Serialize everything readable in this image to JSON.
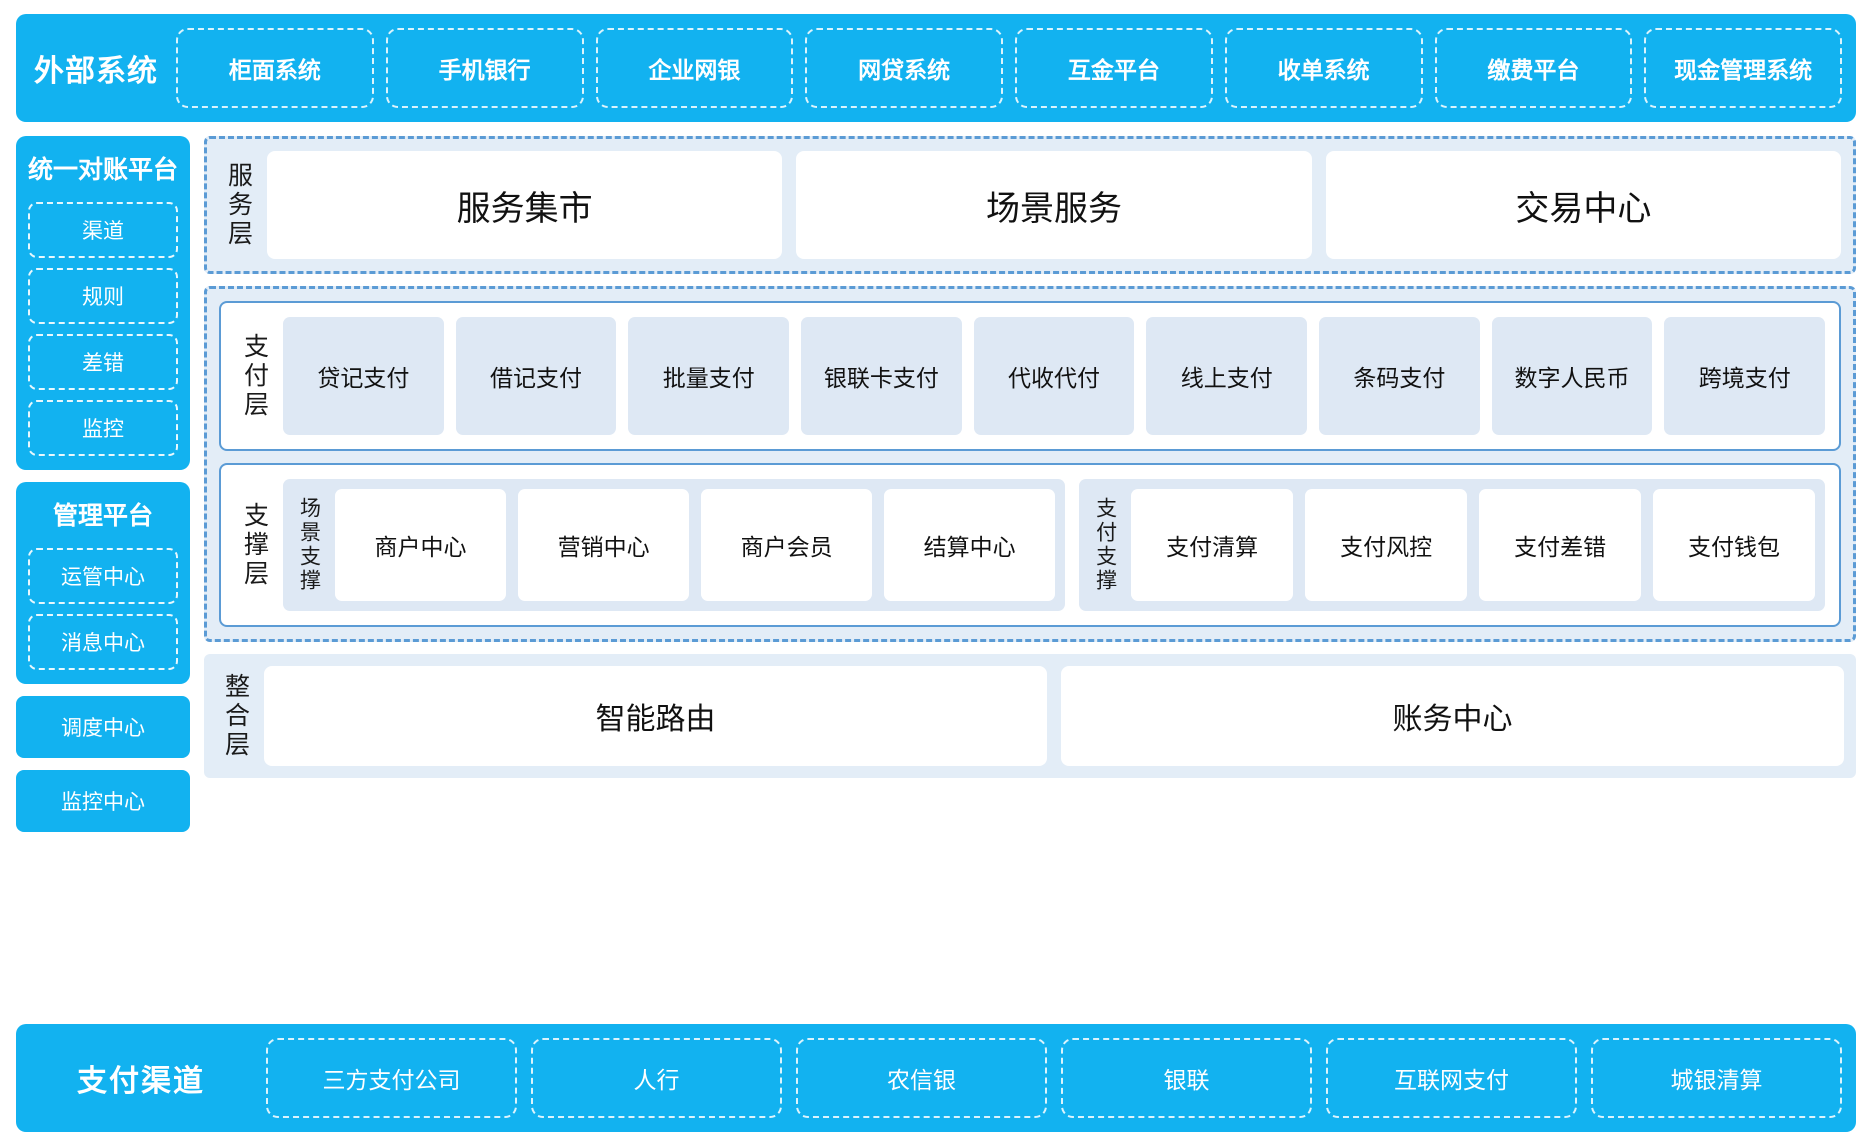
{
  "external": {
    "title": "外部系统",
    "items": [
      "柜面系统",
      "手机银行",
      "企业网银",
      "网贷系统",
      "互金平台",
      "收单系统",
      "缴费平台",
      "现金管理系统"
    ]
  },
  "left_rail": {
    "reconciliation": {
      "title": "统一对账平台",
      "items": [
        "渠道",
        "规则",
        "差错",
        "监控"
      ]
    },
    "management": {
      "title": "管理平台",
      "items": [
        "运管中心",
        "消息中心"
      ]
    },
    "standalone": [
      "调度中心",
      "监控中心"
    ]
  },
  "service_layer": {
    "label": "服务层",
    "cards": [
      "服务集市",
      "场景服务",
      "交易中心"
    ]
  },
  "payment_layer": {
    "label": "支付层",
    "cards": [
      "贷记支付",
      "借记支付",
      "批量支付",
      "银联卡支付",
      "代收代付",
      "线上支付",
      "条码支付",
      "数字人民币",
      "跨境支付"
    ]
  },
  "support_layer": {
    "label": "支撑层",
    "groups": [
      {
        "label": "场景支撑",
        "cards": [
          "商户中心",
          "营销中心",
          "商户会员",
          "结算中心"
        ]
      },
      {
        "label": "支付支撑",
        "cards": [
          "支付清算",
          "支付风控",
          "支付差错",
          "支付钱包"
        ]
      }
    ]
  },
  "integration_layer": {
    "label": "整合层",
    "cards": [
      "智能路由",
      "账务中心"
    ]
  },
  "channels": {
    "title": "支付渠道",
    "items": [
      "三方支付公司",
      "人行",
      "农信银",
      "银联",
      "互联网支付",
      "城银清算"
    ]
  },
  "colors": {
    "brand_blue": "#12B2F0",
    "panel_border": "#5B9BD5",
    "panel_bg": "#E3EDF7",
    "card_blue": "#DEE8F4"
  }
}
